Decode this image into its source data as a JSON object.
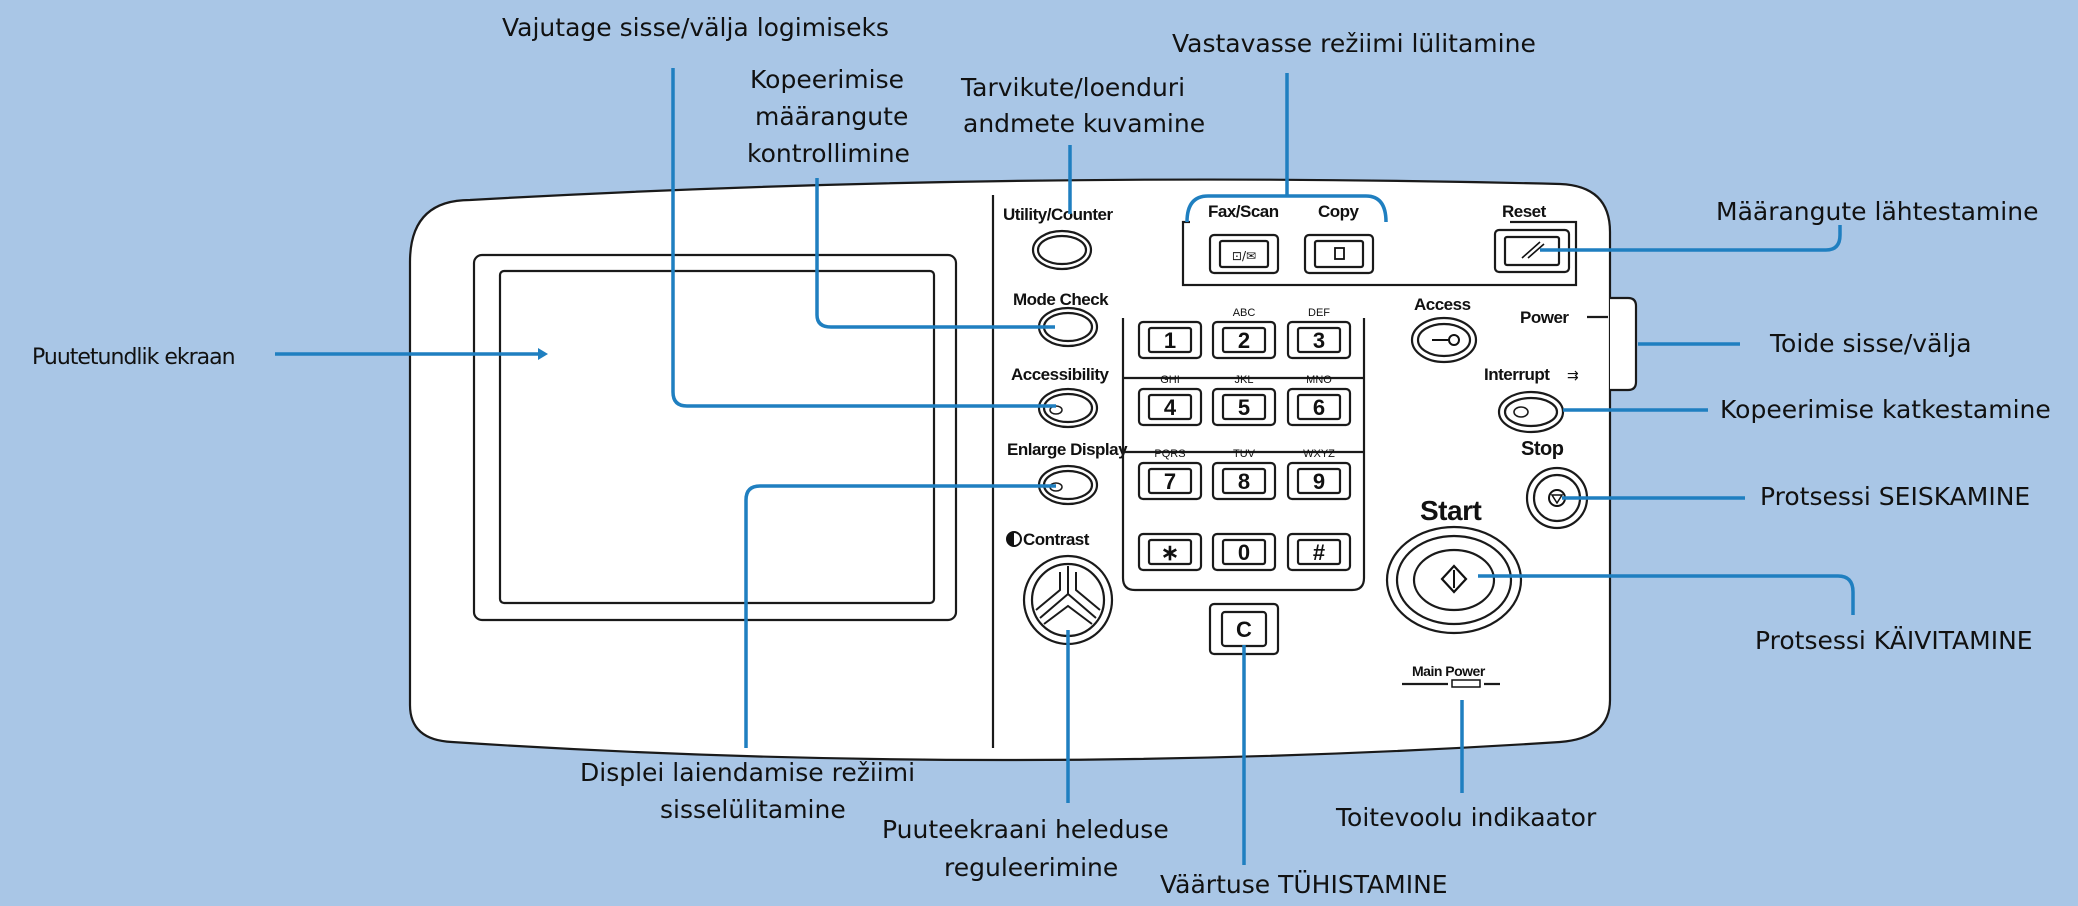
{
  "callouts": {
    "login": "Vajutage sisse/välja logimiseks",
    "mode_switch": "Vastavasse režiimi lülitamine",
    "copy_check_1": "Kopeerimise",
    "copy_check_2": "määrangute",
    "copy_check_3": "kontrollimine",
    "counter_1": "Tarvikute/loenduri",
    "counter_2": "andmete kuvamine",
    "reset": "Määrangute lähtestamine",
    "touchscreen": "Puutetundlik ekraan",
    "power": "Toide sisse/välja",
    "interrupt": "Kopeerimise katkestamine",
    "stop": "Protsessi SEISKAMINE",
    "start": "Protsessi KÄIVITAMINE",
    "enlarge_1": "Displei laiendamise režiimi",
    "enlarge_2": "sisselülitamine",
    "contrast_1": "Puuteekraani heleduse",
    "contrast_2": "reguleerimine",
    "clear": "Väärtuse TÜHISTAMINE",
    "main_power": "Toitevoolu indikaator"
  },
  "panel": {
    "utility_counter": "Utility/Counter",
    "mode_check": "Mode Check",
    "accessibility": "Accessibility",
    "enlarge_display": "Enlarge Display",
    "contrast": "Contrast",
    "fax_scan": "Fax/Scan",
    "copy": "Copy",
    "reset": "Reset",
    "access": "Access",
    "power": "Power",
    "interrupt": "Interrupt",
    "stop": "Stop",
    "start": "Start",
    "main_power": "Main Power",
    "clear_key": "C"
  },
  "keypad": [
    {
      "num": "1",
      "sub": ""
    },
    {
      "num": "2",
      "sub": "ABC"
    },
    {
      "num": "3",
      "sub": "DEF"
    },
    {
      "num": "4",
      "sub": "GHI"
    },
    {
      "num": "5",
      "sub": "JKL"
    },
    {
      "num": "6",
      "sub": "MNO"
    },
    {
      "num": "7",
      "sub": "PQRS"
    },
    {
      "num": "8",
      "sub": "TUV"
    },
    {
      "num": "9",
      "sub": "WXYZ"
    },
    {
      "num": "∗",
      "sub": ""
    },
    {
      "num": "0",
      "sub": ""
    },
    {
      "num": "#",
      "sub": ""
    }
  ],
  "colors": {
    "background": "#a9c6e6",
    "leader": "#1f7fc0",
    "panel": "#ffffff",
    "outline": "#1a1a1a"
  }
}
